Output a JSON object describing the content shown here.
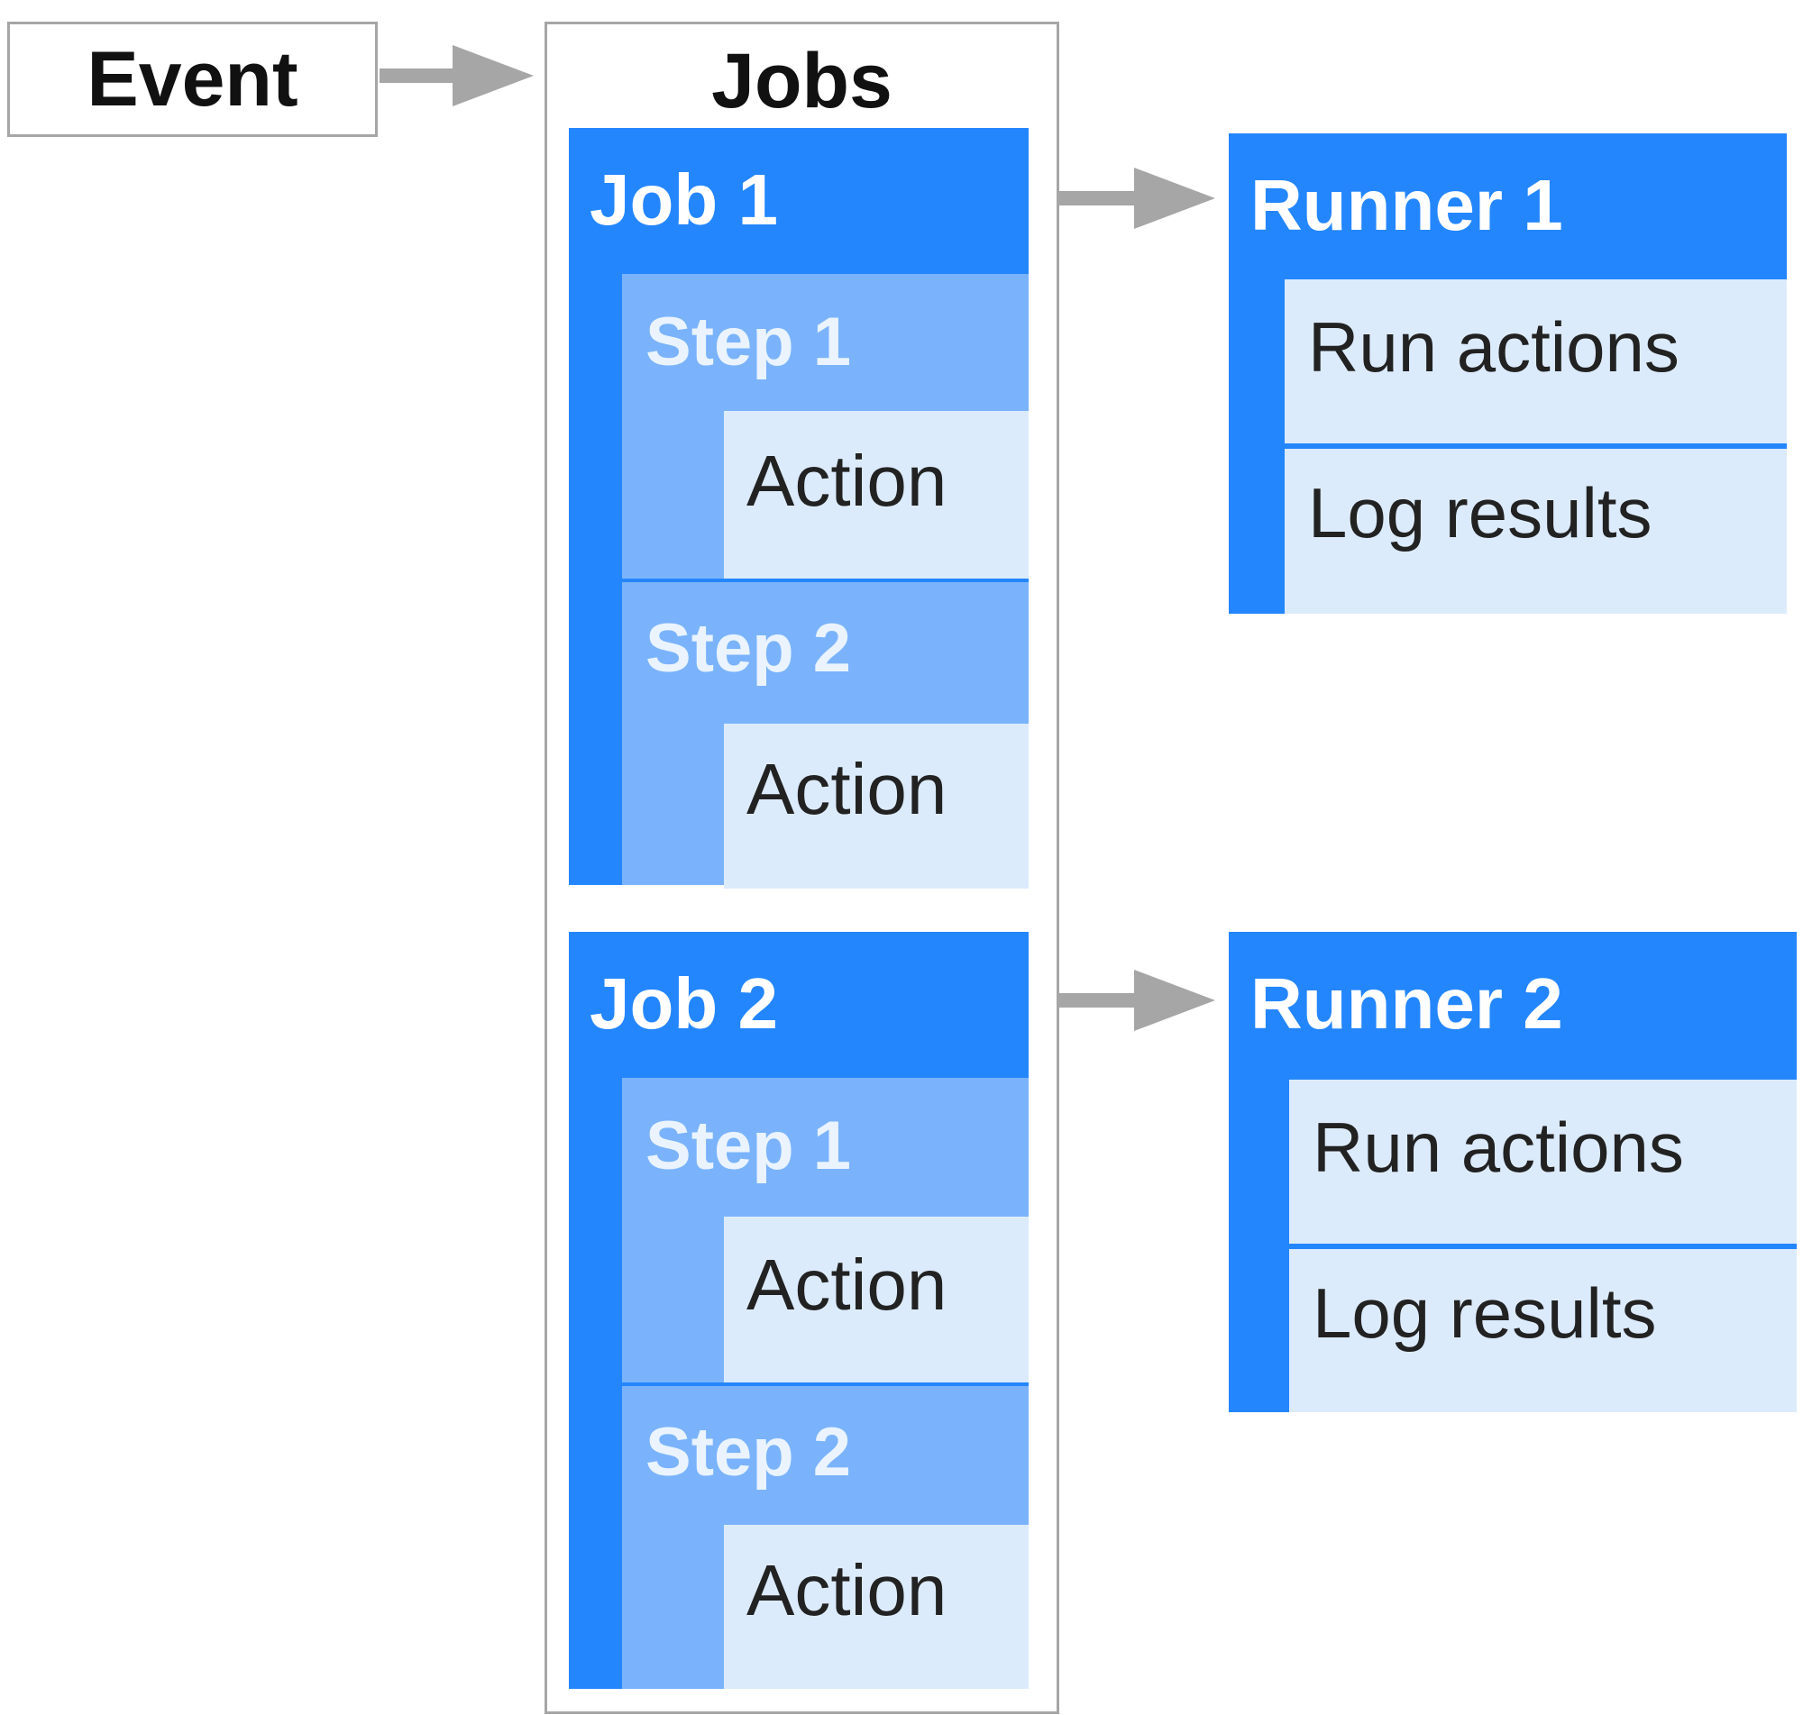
{
  "event": {
    "label": "Event"
  },
  "jobs_group": {
    "title": "Jobs"
  },
  "jobs": [
    {
      "label": "Job 1",
      "steps": [
        {
          "label": "Step 1",
          "action": "Action"
        },
        {
          "label": "Step 2",
          "action": "Action"
        }
      ]
    },
    {
      "label": "Job 2",
      "steps": [
        {
          "label": "Step 1",
          "action": "Action"
        },
        {
          "label": "Step 2",
          "action": "Action"
        }
      ]
    }
  ],
  "runners": [
    {
      "label": "Runner 1",
      "tasks": [
        "Run actions",
        "Log results"
      ]
    },
    {
      "label": "Runner 2",
      "tasks": [
        "Run actions",
        "Log results"
      ]
    }
  ],
  "colors": {
    "job_blue": "#2486fd",
    "step_blue": "#7ab3fb",
    "action_blue": "#dcebfc",
    "arrow_gray": "#a6a6a6",
    "border_gray": "#a6a6a6"
  }
}
